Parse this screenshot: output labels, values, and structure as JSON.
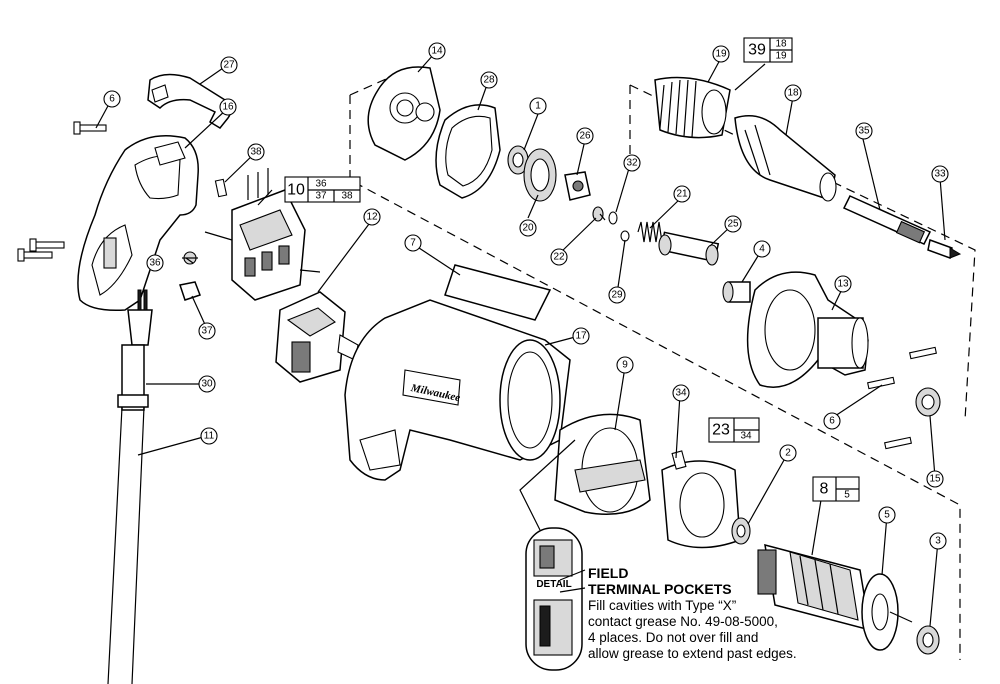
{
  "diagram": {
    "callouts": [
      "1",
      "2",
      "3",
      "4",
      "5",
      "6",
      "6",
      "7",
      "9",
      "11",
      "12",
      "13",
      "14",
      "15",
      "16",
      "17",
      "18",
      "19",
      "20",
      "21",
      "22",
      "25",
      "26",
      "27",
      "28",
      "29",
      "30",
      "32",
      "33",
      "34",
      "35",
      "36",
      "37",
      "38"
    ],
    "kits": [
      {
        "main": "39",
        "top": "18",
        "bottom": "19"
      },
      {
        "main": "10",
        "top": "36",
        "bottom_left": "37",
        "bottom_right": "38"
      },
      {
        "main": "23",
        "top": "",
        "bottom": "34"
      },
      {
        "main": "8",
        "top": "",
        "bottom": "5"
      }
    ],
    "brand_text": "Milwaukee",
    "detail_label": "DETAIL",
    "note": {
      "heading_1": "FIELD",
      "heading_2": "TERMINAL POCKETS",
      "line_1": "Fill cavities with Type “X”",
      "line_2": "contact grease No. 49-08-5000,",
      "line_3": "4 places. Do not over fill and",
      "line_4": "allow grease to extend past edges."
    }
  }
}
